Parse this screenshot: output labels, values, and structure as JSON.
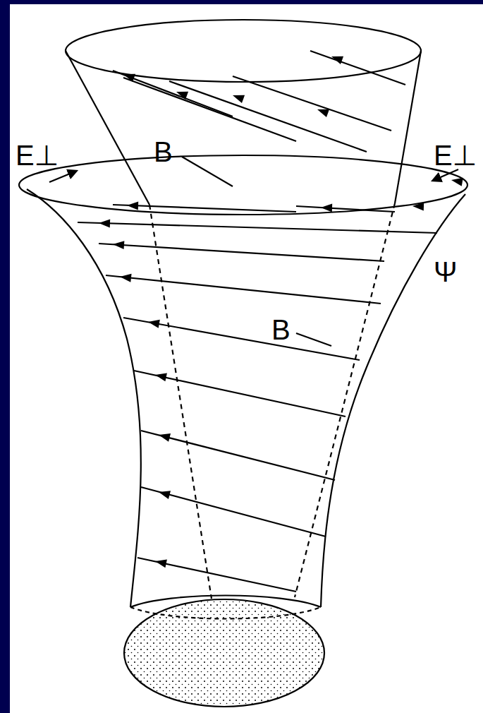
{
  "diagram": {
    "labels": [
      "E⊥",
      "E⊥",
      "B",
      "B",
      "Ψ"
    ]
  }
}
